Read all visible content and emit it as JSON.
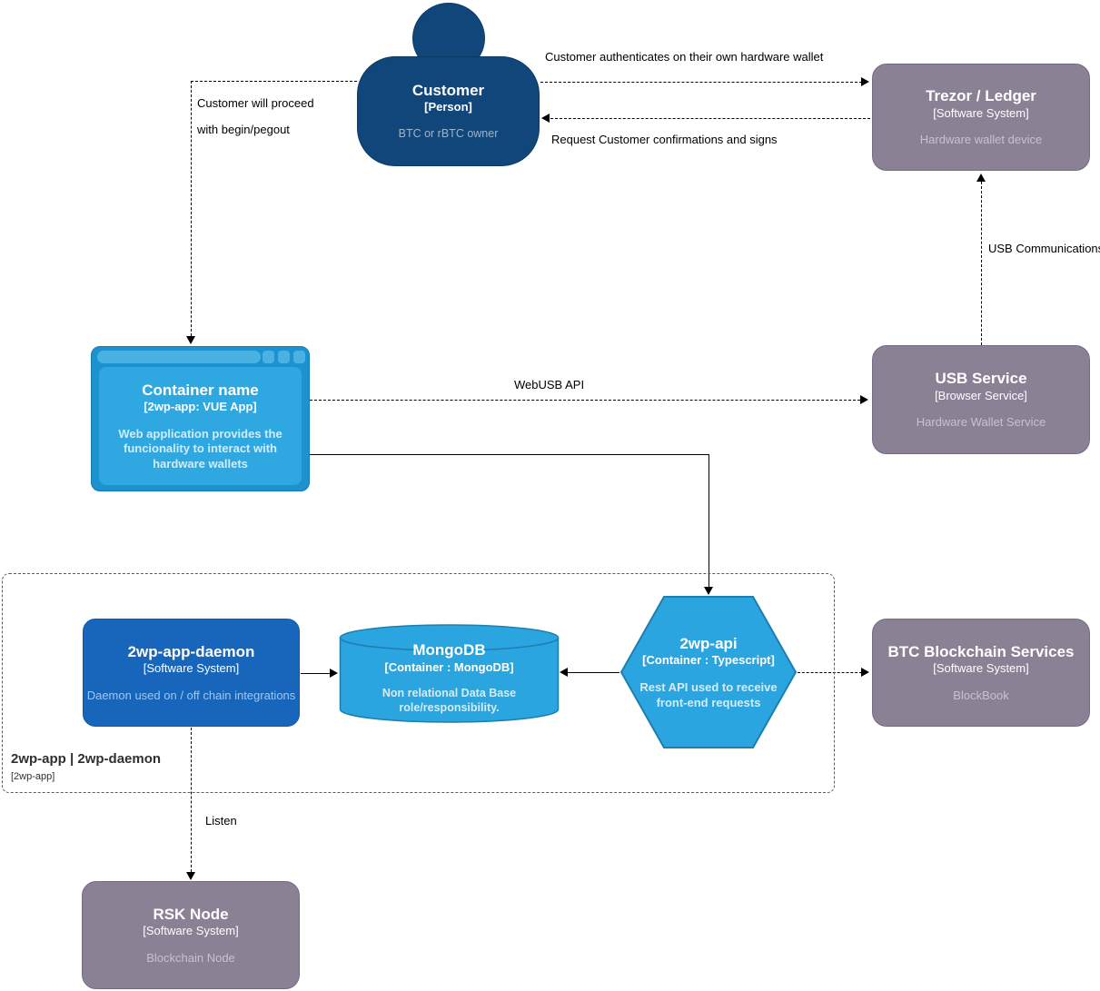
{
  "nodes": {
    "customer": {
      "title": "Customer",
      "type": "[Person]",
      "desc": "BTC or rBTC owner"
    },
    "trezor": {
      "title": "Trezor / Ledger",
      "type": "[Software System]",
      "desc": "Hardware wallet device"
    },
    "web_app": {
      "title": "Container name",
      "type": "[2wp-app: VUE App]",
      "desc": "Web application provides the funcionality to interact with hardware wallets"
    },
    "usb_service": {
      "title": "USB Service",
      "type": "[Browser Service]",
      "desc": "Hardware Wallet Service"
    },
    "daemon": {
      "title": "2wp-app-daemon",
      "type": "[Software System]",
      "desc": "Daemon used on / off chain integrations"
    },
    "mongodb": {
      "title": "MongoDB",
      "type": "[Container : MongoDB]",
      "desc": "Non relational Data Base role/responsibility."
    },
    "api": {
      "title": "2wp-api",
      "type": "[Container : Typescript]",
      "desc": "Rest API used to receive front-end requests"
    },
    "btc": {
      "title": "BTC Blockchain Services",
      "type": "[Software System]",
      "desc": "BlockBook"
    },
    "rsk": {
      "title": "RSK Node",
      "type": "[Software System]",
      "desc": "Blockchain Node"
    }
  },
  "boundary": {
    "title": "2wp-app | 2wp-daemon",
    "subtitle": "[2wp-app]"
  },
  "edges": {
    "authenticates": "Customer authenticates on their own hardware wallet",
    "request_sign": "Request Customer confirmations and signs",
    "proceed_line1": "Customer will proceed",
    "proceed_line2": "with begin/pegout",
    "webusb": "WebUSB API",
    "usb_comm": "USB Communications",
    "listen": "Listen"
  },
  "colors": {
    "person_blue": "#104679",
    "system_gray": "#8a8195",
    "container_blue": "#1866bb",
    "light_blue": "#2aa5df"
  }
}
